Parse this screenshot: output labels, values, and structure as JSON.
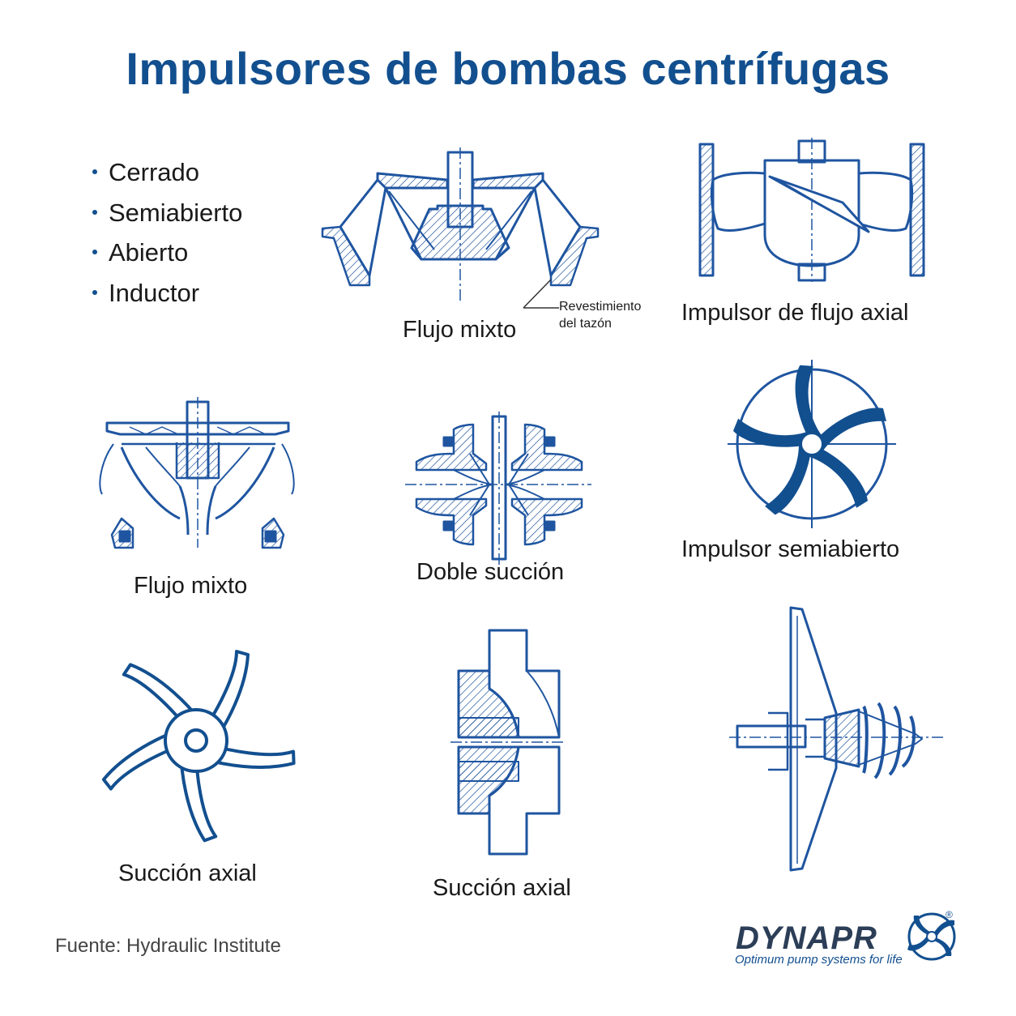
{
  "title": "Impulsores de bombas centrífugas",
  "types": [
    "Cerrado",
    "Semiabierto",
    "Abierto",
    "Inductor"
  ],
  "labels": {
    "mixed_flow_top": "Flujo mixto",
    "bowl_liner_1": "Revestimiento",
    "bowl_liner_2": "del tazón",
    "axial_flow": "Impulsor de flujo axial",
    "mixed_flow_mid": "Flujo mixto",
    "double_suction": "Doble succión",
    "semi_open": "Impulsor semiabierto",
    "axial_suction_left": "Succión axial",
    "axial_suction_mid": "Succión axial"
  },
  "source": "Fuente: Hydraulic Institute",
  "brand": {
    "name": "DYNAPR",
    "tagline": "Optimum pump systems for life",
    "registered": "®"
  },
  "colors": {
    "primary": "#124f8f",
    "line": "#1f55a0",
    "text": "#1a1a1a"
  }
}
